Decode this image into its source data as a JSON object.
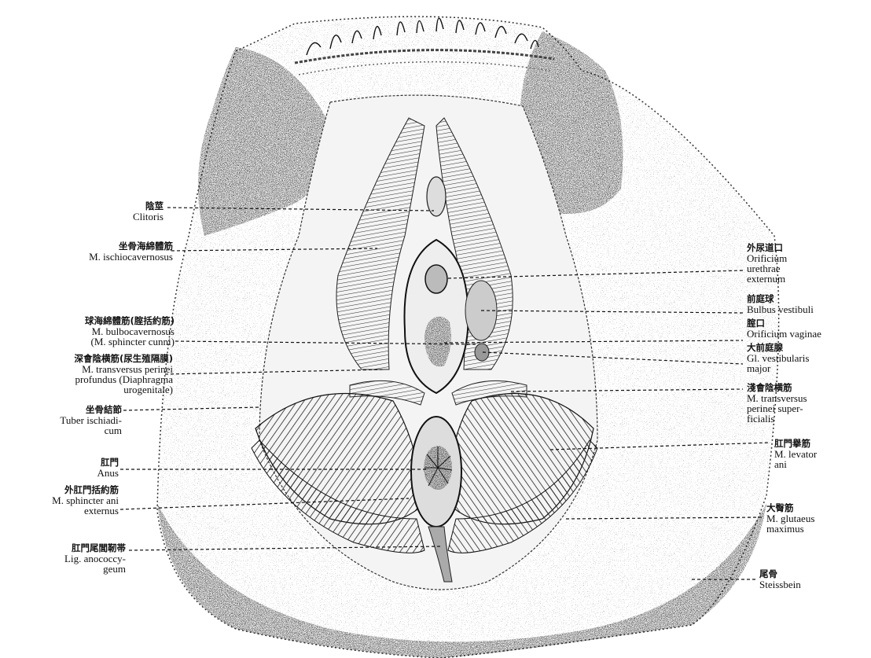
{
  "left_labels": [
    {
      "id": "clitoris",
      "zh": "陰莖",
      "lines": [
        "Clitoris"
      ]
    },
    {
      "id": "ischiocav",
      "zh": "坐骨海綿體筋",
      "lines": [
        "M. ischiocavernosus"
      ]
    },
    {
      "id": "bulbocav",
      "zh": "球海綿體筋(腟括約筋)",
      "lines": [
        "M. bulbocavernosus",
        "(M. sphincter cunni)"
      ]
    },
    {
      "id": "transdeep",
      "zh": "深會陰横筋(尿生殖隔膜)",
      "lines": [
        "M. transversus perinei",
        "profundus (Diaphragma",
        "urogenitale)"
      ]
    },
    {
      "id": "tuber",
      "zh": "坐骨結節",
      "lines": [
        "Tuber ischiadi-",
        "cum"
      ]
    },
    {
      "id": "anus",
      "zh": "肛門",
      "lines": [
        "Anus"
      ]
    },
    {
      "id": "sphani",
      "zh": "外肛門括約筋",
      "lines": [
        "M. sphincter ani",
        "externus"
      ]
    },
    {
      "id": "anococ",
      "zh": "肛門尾閭靭帯",
      "lines": [
        "Lig. anococcy-",
        "geum"
      ]
    }
  ],
  "right_labels": [
    {
      "id": "urethra",
      "zh": "外尿道口",
      "lines": [
        "Orificium",
        "urethrae",
        "externum"
      ]
    },
    {
      "id": "bulbus",
      "zh": "前庭球",
      "lines": [
        "Bulbus vestibuli"
      ]
    },
    {
      "id": "vagina",
      "zh": "腟口",
      "lines": [
        "Orificium vaginae"
      ]
    },
    {
      "id": "glvest",
      "zh": "大前庭腺",
      "lines": [
        "Gl. vestibularis",
        "major"
      ]
    },
    {
      "id": "transsup",
      "zh": "淺會陰横筋",
      "lines": [
        "M. transversus",
        "perinei super-",
        "ficialis"
      ]
    },
    {
      "id": "levator",
      "zh": "肛門擧筋",
      "lines": [
        "M. levator",
        "ani"
      ]
    },
    {
      "id": "glutaeus",
      "zh": "大臀筋",
      "lines": [
        "M. glutaeus",
        "maximus"
      ]
    },
    {
      "id": "steiss",
      "zh": "尾骨",
      "lines": [
        "Steissbein"
      ]
    }
  ]
}
